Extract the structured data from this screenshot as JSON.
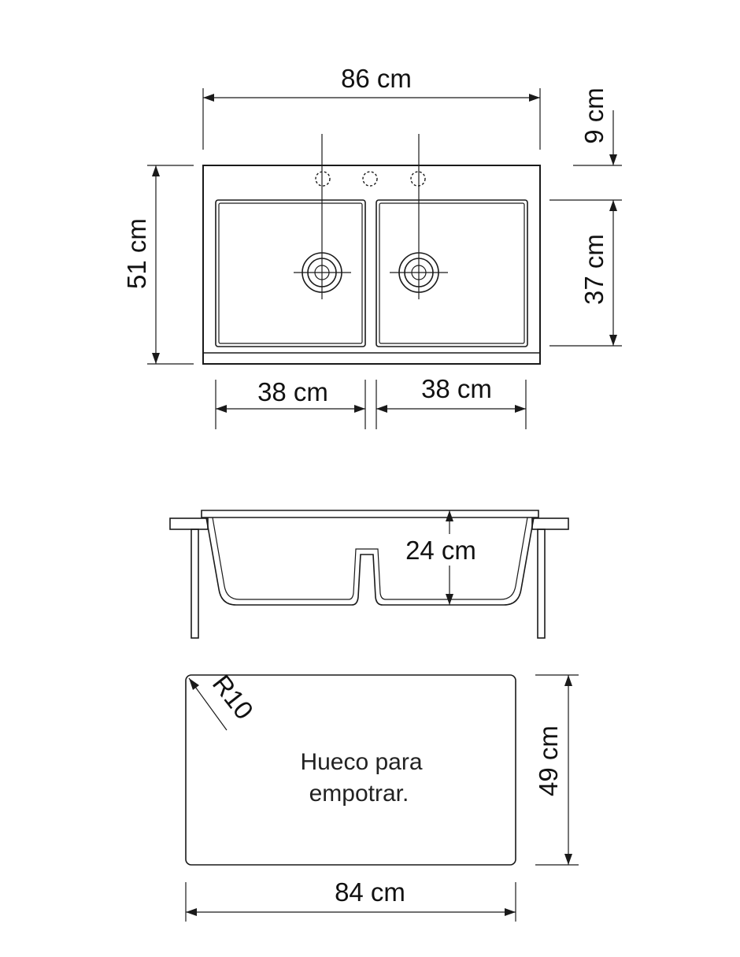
{
  "top_view": {
    "overall_width": "86 cm",
    "overall_depth": "51 cm",
    "deck_depth": "9 cm",
    "bowl_depth": "37 cm",
    "bowl_left_width": "38 cm",
    "bowl_right_width": "38 cm"
  },
  "section_view": {
    "bowl_height": "24 cm"
  },
  "cutout": {
    "corner_radius": "R10",
    "label_line1": "Hueco para",
    "label_line2": "empotrar.",
    "width": "84 cm",
    "height": "49 cm"
  }
}
